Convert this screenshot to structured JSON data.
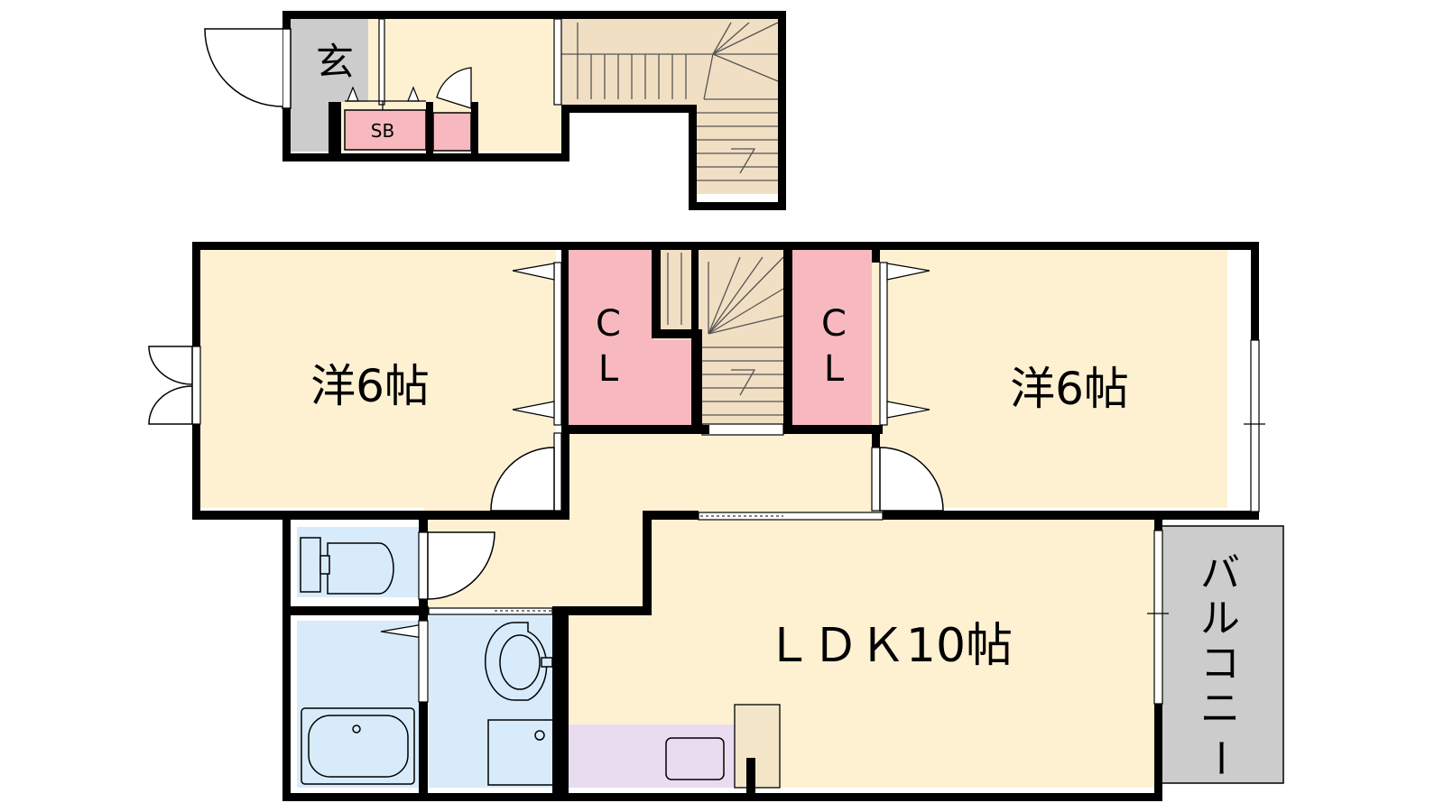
{
  "labels": {
    "genkan": "玄",
    "shoe_box": "SB",
    "closet_1_top": "C",
    "closet_1_bottom": "L",
    "closet_2_top": "C",
    "closet_2_bottom": "L",
    "room_1": "洋6帖",
    "room_2": "洋6帖",
    "ldk": "ＬＤＫ10帖",
    "balcony": [
      "バ",
      "ル",
      "コ",
      "ニ",
      "ー"
    ]
  },
  "colors": {
    "wall": "#000000",
    "room_floor": "#fdf1d2",
    "closet": "#f7b9bf",
    "wet_area": "#d8ebfb",
    "kitchen": "#e9dcf1",
    "stairs": "#f1dfc3",
    "entrance": "#cccccc",
    "balcony": "#cccccc",
    "counter": "#f3e6c8"
  }
}
